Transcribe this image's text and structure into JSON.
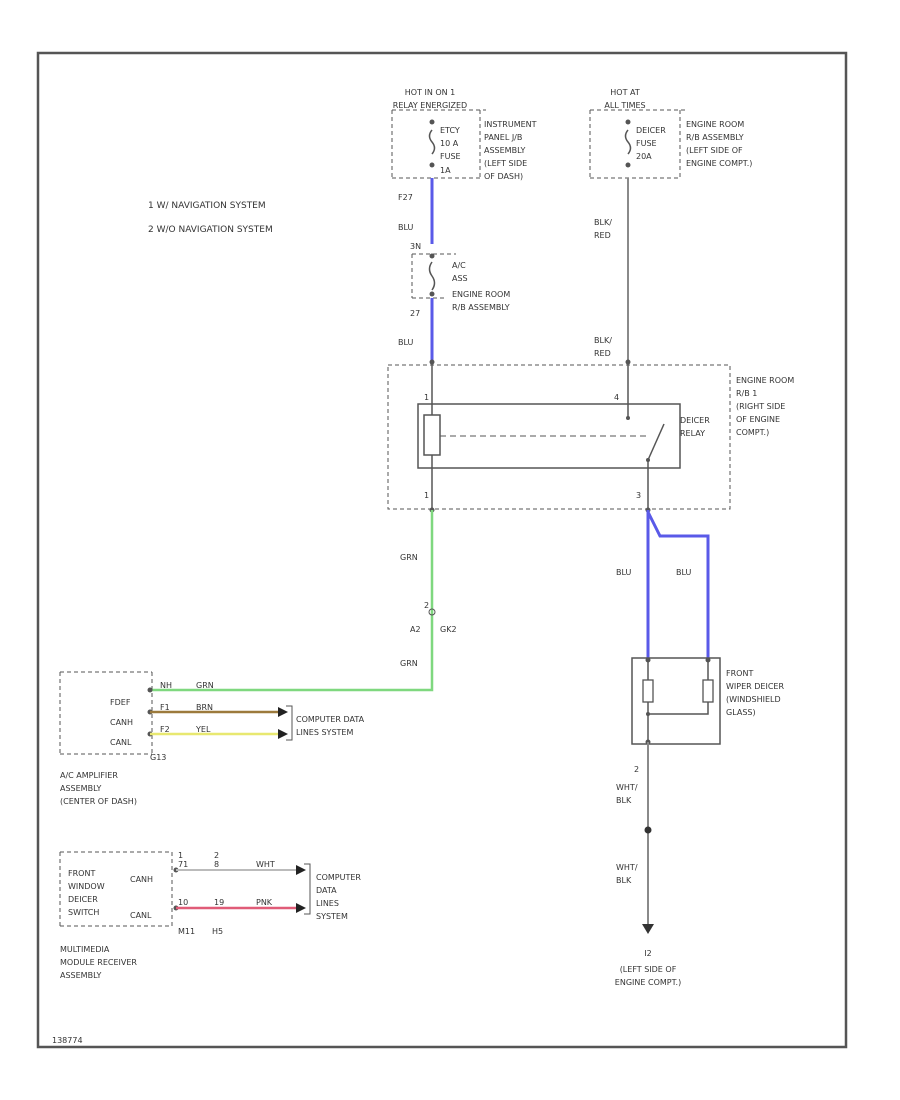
{
  "legend": {
    "item1": "1   W/ NAVIGATION SYSTEM",
    "item2": "2   W/O NAVIGATION SYSTEM"
  },
  "fuse_left": {
    "header_line1": "HOT IN ON 1",
    "header_line2": "RELAY ENERGIZED",
    "fuse_name": "ETCY",
    "fuse_type": "10 A",
    "fuse_word": "FUSE",
    "connector": "1A",
    "location_1": "INSTRUMENT",
    "location_2": "PANEL J/B",
    "location_3": "ASSEMBLY",
    "location_4": "(LEFT SIDE",
    "location_5": "OF DASH)"
  },
  "fuse_right": {
    "header_line1": "HOT AT",
    "header_line2": "ALL TIMES",
    "fuse_name": "DEICER",
    "fuse_type": "FUSE",
    "fuse_amp": "20A",
    "location_1": "ENGINE ROOM",
    "location_2": "R/B ASSEMBLY",
    "location_3": "(LEFT SIDE OF",
    "location_4": "ENGINE COMPT.)"
  },
  "ac_fuse": {
    "pin_top": "F27",
    "wire_top": "BLU",
    "pin_a": "3N",
    "name_1": "A/C",
    "name_2": "ASS",
    "location_1": "ENGINE ROOM",
    "location_2": "R/B ASSEMBLY",
    "pin_bottom": "27",
    "wire_bottom": "BLU"
  },
  "right_wire": {
    "upper_1": "BLK/",
    "upper_2": "RED",
    "lower_1": "BLK/",
    "lower_2": "RED"
  },
  "relay": {
    "box_1": "ENGINE ROOM",
    "box_2": "R/B 1",
    "box_3": "(RIGHT SIDE",
    "box_4": "OF ENGINE",
    "box_5": "COMPT.)",
    "name_1": "DEICER",
    "name_2": "RELAY",
    "pin_top_left": "1",
    "pin_top_right": "4",
    "pin_bottom_left": "1",
    "pin_bottom_right": "3"
  },
  "green_wire": {
    "wire_upper": "GRN",
    "splice": "2",
    "connector_left": "A2",
    "connector_right": "GK2",
    "wire_lower": "GRN"
  },
  "deicer_wires": {
    "left_color": "BLU",
    "right_color": "BLU"
  },
  "wiper_deicer": {
    "name_1": "FRONT",
    "name_2": "WIPER DEICER",
    "name_3": "(WINDSHIELD",
    "name_4": "GLASS)",
    "pin": "2",
    "wire_upper_1": "WHT/",
    "wire_upper_2": "BLK",
    "wire_lower_1": "WHT/",
    "wire_lower_2": "BLK",
    "ground_code": "I2",
    "ground_1": "(LEFT SIDE OF",
    "ground_2": "ENGINE COMPT.)"
  },
  "ac_amplifier": {
    "term_1": "FDEF",
    "term_2": "CANH",
    "term_3": "CANL",
    "pin_1": "NH",
    "pin_2": "F1",
    "pin_3": "F2",
    "wire_1": "GRN",
    "wire_2": "BRN",
    "wire_3": "YEL",
    "connector": "G13",
    "name_1": "A/C AMPLIFIER",
    "name_2": "ASSEMBLY",
    "name_3": "(CENTER OF DASH)"
  },
  "computer_lines_1": {
    "line_1": "COMPUTER DATA",
    "line_2": "LINES SYSTEM"
  },
  "multimedia": {
    "switch_1": "FRONT",
    "switch_2": "WINDOW",
    "switch_3": "DEICER",
    "switch_4": "SWITCH",
    "term_1": "CANH",
    "term_2": "CANL",
    "pin_1a": "1",
    "pin_1b": "2",
    "pin_2a": "71",
    "pin_2b": "8",
    "pin_3a": "10",
    "pin_3b": "19",
    "wire_1": "WHT",
    "wire_2": "PNK",
    "connector_1": "M11",
    "connector_2": "H5",
    "name_1": "MULTIMEDIA",
    "name_2": "MODULE RECEIVER",
    "name_3": "ASSEMBLY"
  },
  "computer_lines_2": {
    "line_1": "COMPUTER",
    "line_2": "DATA",
    "line_3": "LINES",
    "line_4": "SYSTEM"
  },
  "footer": {
    "code": "138774"
  },
  "colors": {
    "frame": "#444444",
    "wire_gray": "#8a8a8a",
    "wire_blue": "#5a5ae8",
    "wire_green": "#7fd87f",
    "wire_brown": "#9c7a3c",
    "wire_yellow": "#e8e870",
    "wire_pink": "#e05c78"
  }
}
